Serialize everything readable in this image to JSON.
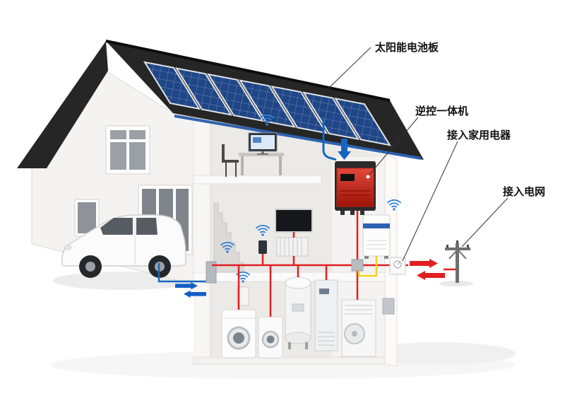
{
  "diagram": {
    "type": "home-solar-energy-system-cutaway",
    "labels": {
      "solar_panel": "太阳能电池板",
      "inverter": "逆控一体机",
      "home_appliances": "接入家用电器",
      "grid": "接入电网"
    },
    "colors": {
      "roof": "#262626",
      "panel_blue": "#1f4687",
      "eave_blue": "#2e62b0",
      "wire_red": "#e02020",
      "wire_blue": "#1565c0",
      "wire_yellow": "#f0cf1e",
      "inverter_red": "#c62317",
      "arrow_red": "#e02020",
      "arrow_blue": "#1260c7",
      "wall": "#f4f3f1",
      "interior": "#eceae7",
      "wifi_blue": "#2f80d8"
    }
  }
}
